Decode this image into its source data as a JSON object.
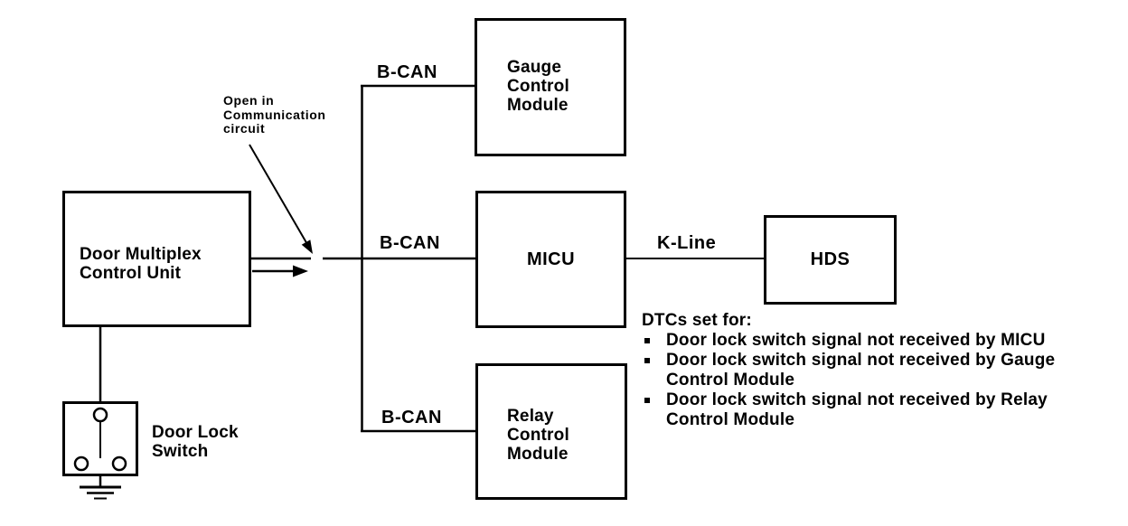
{
  "diagram": {
    "boxes": {
      "dmcu": "Door Multiplex\nControl Unit",
      "gauge": "Gauge\nControl\nModule",
      "micu": "MICU",
      "relay": "Relay\nControl\nModule",
      "hds": "HDS"
    },
    "switch_label": "Door Lock\nSwitch",
    "bus_labels": {
      "top": "B-CAN",
      "middle": "B-CAN",
      "bottom": "B-CAN",
      "k_line": "K-Line"
    },
    "annotation": "Open in\nCommunication\ncircuit",
    "dtc": {
      "heading": "DTCs set for:",
      "items": [
        "Door lock switch signal not received by MICU",
        "Door lock switch signal not received by Gauge\nControl Module",
        "Door lock switch signal not received by Relay\nControl Module"
      ]
    },
    "colors": {
      "ink": "#000000",
      "paper": "#ffffff"
    }
  }
}
